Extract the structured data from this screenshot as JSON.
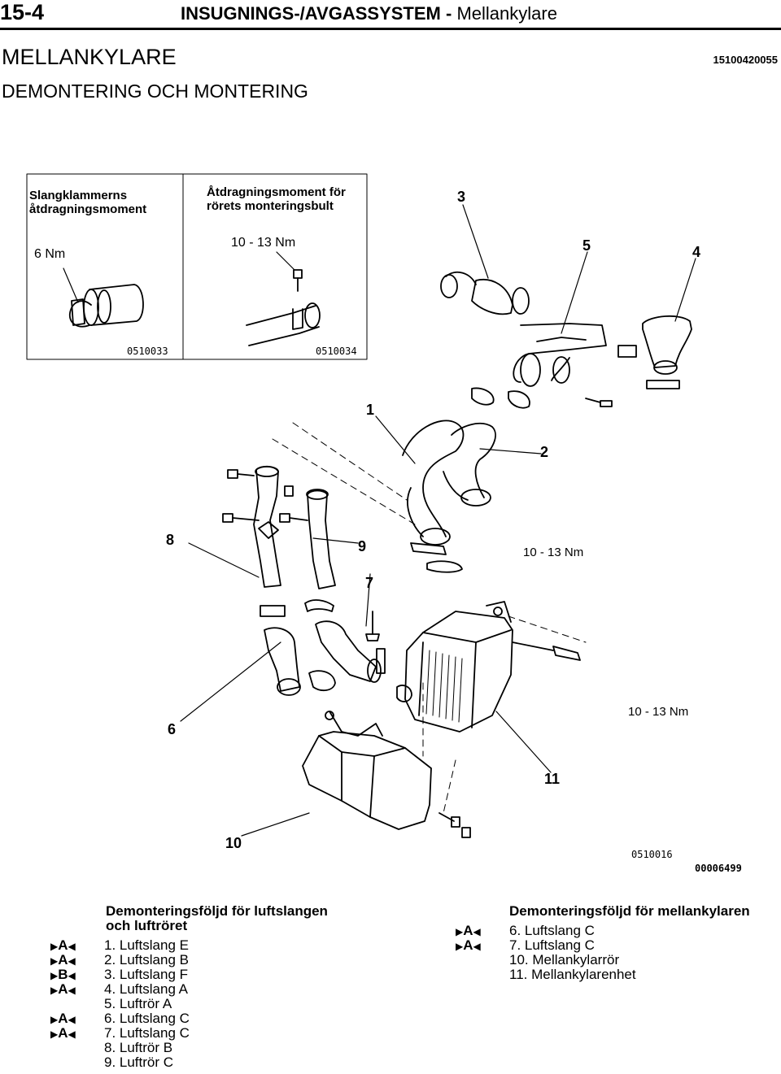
{
  "header": {
    "page_number": "15-4",
    "title": "INSUGNINGS-/AVGASSYSTEM",
    "separator": "-",
    "subtitle": "Mellankylare"
  },
  "section_title": "MELLANKYLARE",
  "doc_code": "15100420055",
  "subsection_title": "DEMONTERING OCH MONTERING",
  "inset": {
    "left_caption_line1": "Slangklammerns",
    "left_caption_line2": "åtdragningsmoment",
    "left_torque": "6 Nm",
    "left_code": "0510033",
    "right_caption_line1": "Åtdragningsmoment för",
    "right_caption_line2": "rörets monteringsbult",
    "right_torque": "10 - 13 Nm",
    "right_code": "0510034"
  },
  "diagram": {
    "labels": [
      "3",
      "5",
      "4",
      "1",
      "2",
      "8",
      "9",
      "7",
      "6",
      "11",
      "10"
    ],
    "torque_center": "10 - 13 Nm",
    "torque_right": "10 - 13 Nm",
    "fig_code": "0510016",
    "fig_number": "00006499"
  },
  "left_list": {
    "title_line1": "Demonteringsföljd för luftslangen",
    "title_line2": "och luftröret",
    "items": [
      {
        "marker": "A",
        "text": "1. Luftslang E"
      },
      {
        "marker": "A",
        "text": "2. Luftslang B"
      },
      {
        "marker": "B",
        "text": "3. Luftslang F"
      },
      {
        "marker": "A",
        "text": "4. Luftslang A"
      },
      {
        "marker": "",
        "text": "5. Luftrör A"
      },
      {
        "marker": "A",
        "text": "6. Luftslang C"
      },
      {
        "marker": "A",
        "text": "7. Luftslang C"
      },
      {
        "marker": "",
        "text": "8. Luftrör B"
      },
      {
        "marker": "",
        "text": "9. Luftrör C"
      }
    ]
  },
  "right_list": {
    "title": "Demonteringsföljd för mellankylaren",
    "items": [
      {
        "marker": "A",
        "text": "6. Luftslang C"
      },
      {
        "marker": "A",
        "text": "7. Luftslang C"
      },
      {
        "marker": "",
        "text": "10. Mellankylarrör"
      },
      {
        "marker": "",
        "text": "11. Mellankylarenhet"
      }
    ]
  }
}
